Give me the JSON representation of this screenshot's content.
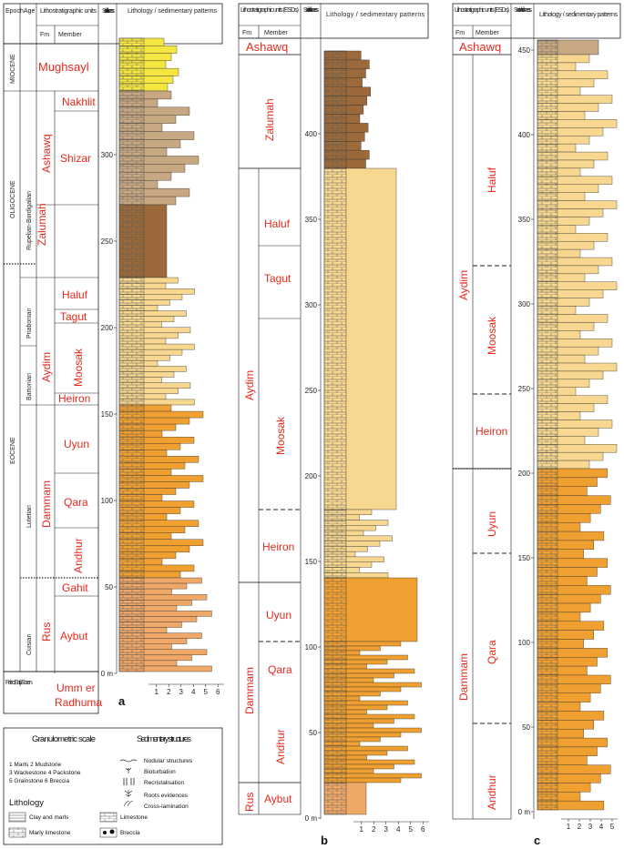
{
  "panel_a": {
    "label": "a",
    "headers": {
      "epoch": "Epoch",
      "age": "Age",
      "lithostrat": "Lithostratigraphic units",
      "fm": "Fm",
      "member": "Member",
      "section_thickness": "Section thickness",
      "lithology": "Lithology / sedimentary patterns"
    },
    "epochs": [
      "MIOCENE",
      "OLIGOCENE",
      "EOCENE",
      "Paleo. Early Eocen."
    ],
    "ages": [
      "Rupelian-Burdigalian",
      "Priabonian",
      "Bartonian",
      "Lutetian",
      "Cuisian"
    ],
    "formations": [
      "Mughsayl",
      "Ashawq",
      "Zalumah",
      "Aydim",
      "Dammam",
      "Rus",
      "Umm er",
      "Radhuma"
    ],
    "members": [
      "Nakhlit",
      "Shizar",
      "Haluf",
      "Tagut",
      "Moosak",
      "Heiron",
      "Uyun",
      "Qara",
      "Andhur",
      "Gahit",
      "Aybut"
    ],
    "thickness_ticks": [
      "300",
      "250",
      "200",
      "150",
      "100",
      "50",
      "0 m"
    ],
    "grain_ticks": [
      "1",
      "2",
      "3",
      "4",
      "5",
      "6"
    ]
  },
  "panel_b": {
    "label": "b",
    "headers": {
      "lithostrat": "Lithostratigraphic units (ESDs)",
      "fm": "Fm",
      "member": "Member",
      "section_thickness": "Section thickness",
      "lithology": "Lithology / sedimentary patterns"
    },
    "formations": [
      "Ashawq",
      "Zalumah",
      "Aydim",
      "Dammam",
      "Rus"
    ],
    "members": [
      "Haluf",
      "Tagut",
      "Moosak",
      "Heiron",
      "Uyun",
      "Qara",
      "Andhur",
      "Aybut"
    ],
    "thickness_ticks": [
      "400",
      "350",
      "300",
      "250",
      "200",
      "150",
      "100",
      "50",
      "0 m"
    ],
    "grain_ticks": [
      "1",
      "2",
      "3",
      "4",
      "5",
      "6"
    ]
  },
  "panel_c": {
    "label": "c",
    "headers": {
      "lithostrat": "Lithostratigraphic units (ESDs)",
      "fm": "Fm",
      "member": "Member",
      "section_thickness": "Section thickness",
      "lithology": "Lithology / sedimentary patterns"
    },
    "formations": [
      "Ashawq",
      "Aydim",
      "Dammam"
    ],
    "members": [
      "Haluf",
      "Moosak",
      "Heiron",
      "Uyun",
      "Qara",
      "Andhur"
    ],
    "thickness_ticks": [
      "450",
      "400",
      "350",
      "300",
      "250",
      "200",
      "150",
      "100",
      "50",
      "0 m"
    ],
    "grain_ticks": [
      "1",
      "2",
      "3",
      "4",
      "5"
    ]
  },
  "legend": {
    "granulometric_title": "Granulometric scale",
    "granulometric_lines": [
      "1 Marls 2 Mudstone",
      "3 Wackestone 4 Packstone",
      "5 Grainstone 6 Breccia"
    ],
    "lithology_title": "Lithology",
    "lithology_items": [
      "Clay and marls",
      "Limestone",
      "Marly limestone",
      "Breccia"
    ],
    "structures_title": "Sedimentary structures",
    "structures_items": [
      "Nodular structures",
      "Bioturbation",
      "Recristalisation",
      "Roots evidences",
      "Cross-lamination"
    ]
  },
  "colors": {
    "rus": "#f0a868",
    "dammam": "#f0a030",
    "aydim": "#f8d890",
    "zalumah": "#9c6a3a",
    "ashawq": "#c8a882",
    "mughsayl": "#f5e642",
    "label_red": "#e8291c"
  }
}
